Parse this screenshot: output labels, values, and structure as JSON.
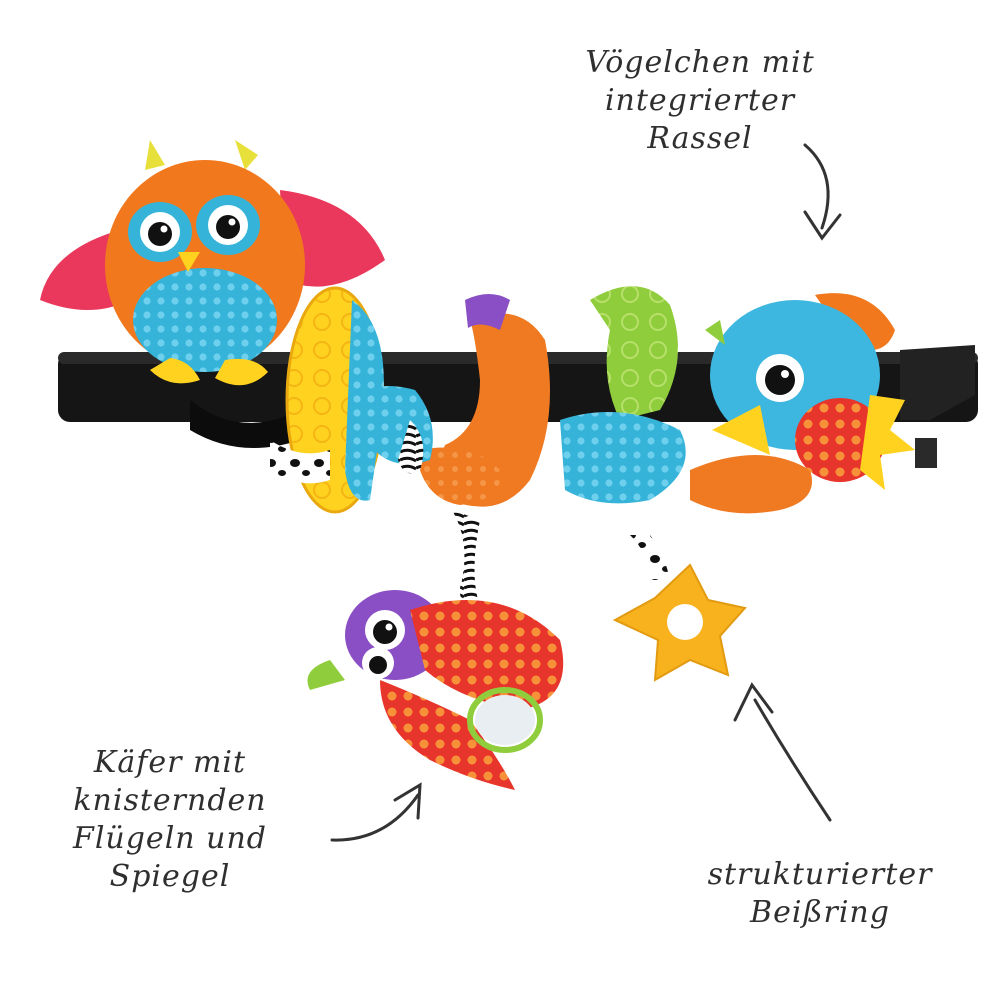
{
  "captions": {
    "bird": {
      "lines": [
        "Vögelchen mit",
        "integrierter",
        "Rassel"
      ]
    },
    "beetle": {
      "lines": [
        "Käfer mit",
        "knisternden",
        "Flügeln und",
        "Spiegel"
      ]
    },
    "teether": {
      "lines": [
        "strukturierter",
        "Beißring"
      ]
    }
  },
  "colors": {
    "background": "#ffffff",
    "text": "#2f2f2f",
    "bar": "#151515",
    "owl_orange": "#f2781e",
    "owl_wing_pink": "#e9385b",
    "bird_blue": "#3db6e0",
    "yellow": "#ffd21f",
    "teal": "#35b3d8",
    "red": "#e8352c",
    "purple": "#7a4bb4",
    "teether": "#f7b21e"
  },
  "icons": {
    "owl": "owl-plush-icon",
    "bird": "bird-plush-icon",
    "beetle": "beetle-plush-icon",
    "teether": "star-teether-icon",
    "arrows": "hand-drawn-arrow-icon"
  }
}
